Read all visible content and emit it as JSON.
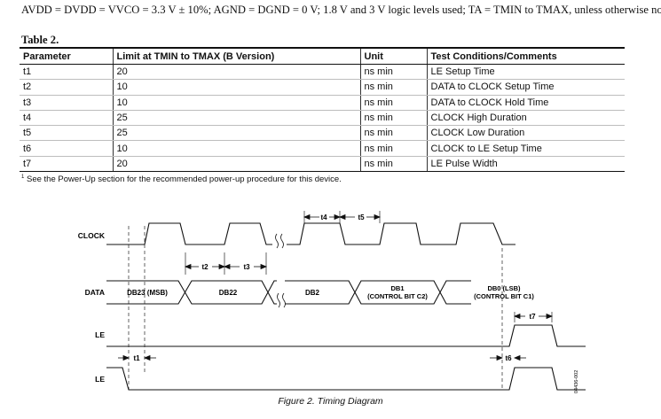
{
  "conditions": "AVDD = DVDD = VVCO = 3.3 V ± 10%; AGND = DGND = 0 V; 1.8 V and 3 V logic levels used; TA = TMIN to TMAX, unless otherwise noted.",
  "table": {
    "caption": "Table 2.",
    "headers": [
      "Parameter",
      "Limit at TMIN to TMAX (B Version)",
      "Unit",
      "Test Conditions/Comments"
    ],
    "rows": [
      [
        "t1",
        "20",
        "ns min",
        "LE Setup Time"
      ],
      [
        "t2",
        "10",
        "ns min",
        "DATA to CLOCK Setup Time"
      ],
      [
        "t3",
        "10",
        "ns min",
        "DATA to CLOCK Hold Time"
      ],
      [
        "t4",
        "25",
        "ns min",
        "CLOCK High Duration"
      ],
      [
        "t5",
        "25",
        "ns min",
        "CLOCK Low Duration"
      ],
      [
        "t6",
        "10",
        "ns min",
        "CLOCK to LE Setup Time"
      ],
      [
        "t7",
        "20",
        "ns min",
        "LE Pulse Width"
      ]
    ]
  },
  "footnote": {
    "marker": "1",
    "text": "See the Power-Up section for the recommended power-up procedure for this device."
  },
  "diagram": {
    "signals": {
      "clock": "CLOCK",
      "data": "DATA",
      "le_top": "LE",
      "le_bottom": "LE"
    },
    "data_words": {
      "db23": "DB23 (MSB)",
      "db22": "DB22",
      "db2": "DB2",
      "db1_line1": "DB1",
      "db1_line2": "(CONTROL BIT C2)",
      "db0_line1": "DB0 (LSB)",
      "db0_line2": "(CONTROL BIT C1)"
    },
    "timing_labels": {
      "t1": "t1",
      "t2": "t2",
      "t3": "t3",
      "t4": "t4",
      "t5": "t5",
      "t6": "t6",
      "t7": "t7"
    },
    "ref_code": "04436-002",
    "caption": "Figure 2. Timing Diagram"
  }
}
